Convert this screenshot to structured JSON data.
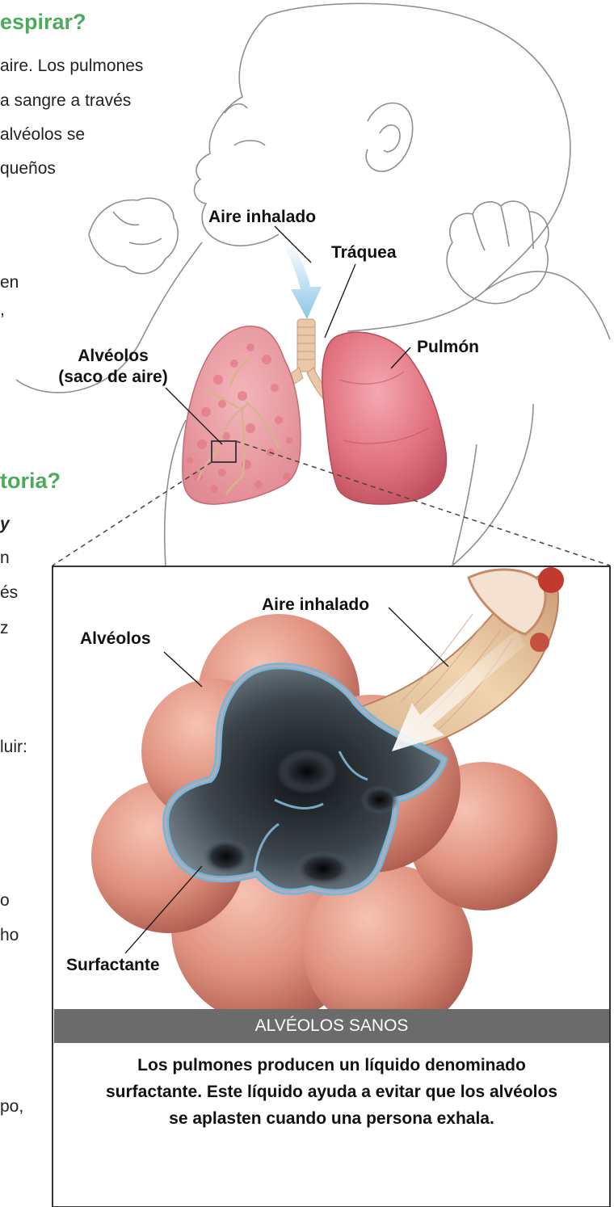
{
  "page": {
    "heading_top": "espirar?",
    "heading_mid": "toria?",
    "left_text_top": [
      "aire. Los pulmones",
      "a sangre a través",
      "alvéolos se",
      "queños"
    ],
    "left_text_mid": [
      "en",
      ","
    ],
    "left_text_lower": [
      "y",
      "n",
      "és",
      "z"
    ],
    "left_text_bottom": [
      "luir:",
      "o",
      "ho",
      "po,"
    ]
  },
  "diagram": {
    "labels": {
      "aire_inhalado_top": "Aire inhalado",
      "traquea": "Tráquea",
      "pulmon": "Pulmón",
      "alveolos_line1": "Alvéolos",
      "alveolos_line2": "(saco de aire)",
      "aire_inhalado_panel": "Aire inhalado",
      "alveolos_panel": "Alvéolos",
      "surfactante": "Surfactante"
    },
    "panel_title": "ALVÉOLOS SANOS",
    "caption": [
      "Los pulmones producen un líquido denominado",
      "surfactante. Este líquido ayuda a evitar que los alvéolos",
      "se aplasten cuando una persona exhala."
    ],
    "colors": {
      "heading_green": "#4cab5a",
      "banner_gray": "#6b6b6b",
      "lung_pink": "#e07b86",
      "alveoli_salmon": "#e0927f",
      "surfactant_blue": "#6fb8dd"
    }
  }
}
